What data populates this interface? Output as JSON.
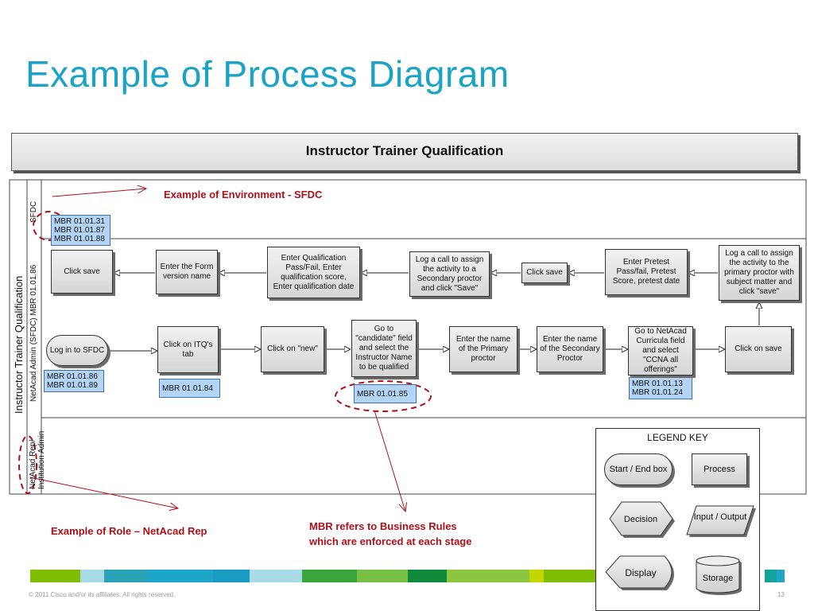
{
  "title": "Example of Process Diagram",
  "diagram": {
    "header": "Instructor Trainer Qualification",
    "pool_label": "Instructor Trainer Qualification",
    "lanes": [
      "SFDC",
      "NetAcad Admin (SFDC) MBR 01.01.86",
      "NetAcad Rep/ Institution Admin"
    ],
    "top_row": [
      "Click save",
      "Enter the Form version name",
      "Enter Qualification Pass/Fail, Enter qualification score, Enter qualification date",
      "Log a call to assign the activity to a Secondary proctor and click \"Save\"",
      "Click save",
      "Enter Pretest Pass/fail, Pretest Score, pretest date",
      "Log a call to assign the activity to the primary proctor with subject matter and click \"save\""
    ],
    "bottom_row": [
      "Log in to SFDC",
      "Click on ITQ's tab",
      "Click on \"new\"",
      "Go to \"candidate\" field and select the Instructor Name to be qualified",
      "Enter the name of the Primary proctor",
      "Enter the name of the Secondary Proctor",
      "Go to NetAcad Curricula field and select \"CCNA all offerings\"",
      "Click on save"
    ],
    "mbr": {
      "sfdc": [
        "MBR 01.01.31",
        "MBR 01.01.87",
        "MBR 01.01.88"
      ],
      "login": [
        "MBR 01.01.86",
        "MBR 01.01.89"
      ],
      "itq": [
        "MBR 01.01.84"
      ],
      "candidate": [
        "MBR 01.01.85"
      ],
      "curricula": [
        "MBR 01.01.13",
        "MBR 01.01.24"
      ]
    }
  },
  "annotations": {
    "environment": "Example of Environment - SFDC",
    "role": "Example of Role – NetAcad Rep",
    "mbr_line1": "MBR refers to Business Rules",
    "mbr_line2": "which are enforced at each stage"
  },
  "legend": {
    "title": "LEGEND KEY",
    "items": [
      "Start / End box",
      "Process",
      "Decision",
      "Input / Output",
      "Display",
      "Storage"
    ]
  },
  "footer": {
    "copyright": "© 2011 Cisco and/or its affiliates. All rights reserved.",
    "page": "13"
  },
  "colors": {
    "title": "#1ba3c6",
    "annotation_red": "#b01018",
    "mbr_fill": "#b4d4f6",
    "footer_stripes": [
      "#80bc00",
      "#a9dbe6",
      "#2aa3b8",
      "#1ea6c9",
      "#1a9bc4",
      "#a9dbe6",
      "#3aa53a",
      "#77c043",
      "#0f8a3c",
      "#8cc63f",
      "#c3d600",
      "#80bc00",
      "#12a39c",
      "#1ea6c9"
    ]
  }
}
